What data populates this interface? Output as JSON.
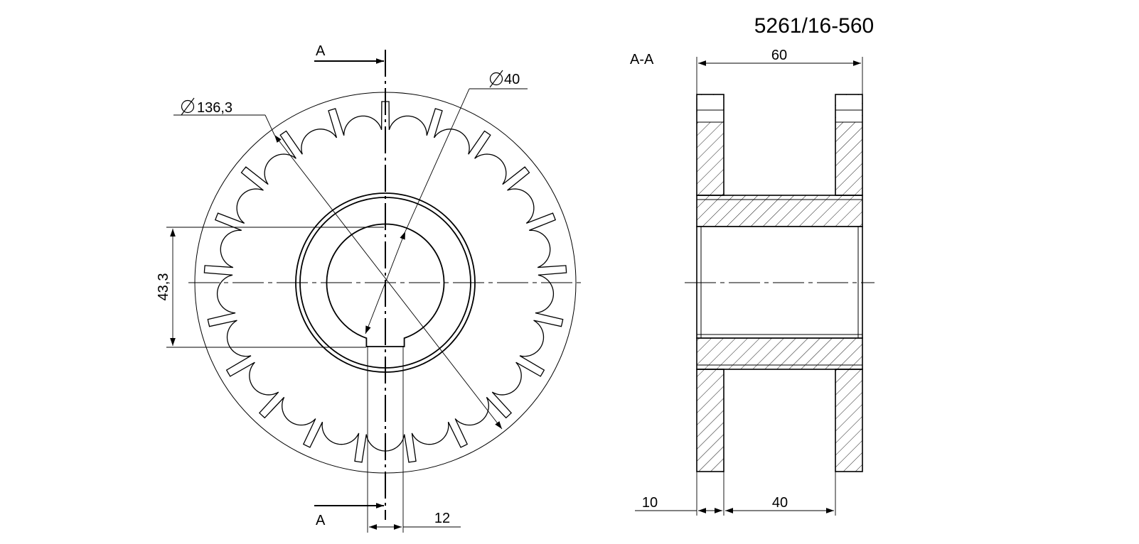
{
  "title": "5261/16-560",
  "section_label": "A-A",
  "cut_labels": {
    "top": "A",
    "bottom": "A"
  },
  "front_view": {
    "teeth_count": 21,
    "dims": {
      "outer_diameter": "136,3",
      "bore_diameter": "40",
      "keyway_depth": "43,3",
      "keyway_width": "12"
    }
  },
  "section_view": {
    "dims": {
      "overall_width": "60",
      "flange_thickness": "10",
      "inner_width": "40"
    }
  }
}
